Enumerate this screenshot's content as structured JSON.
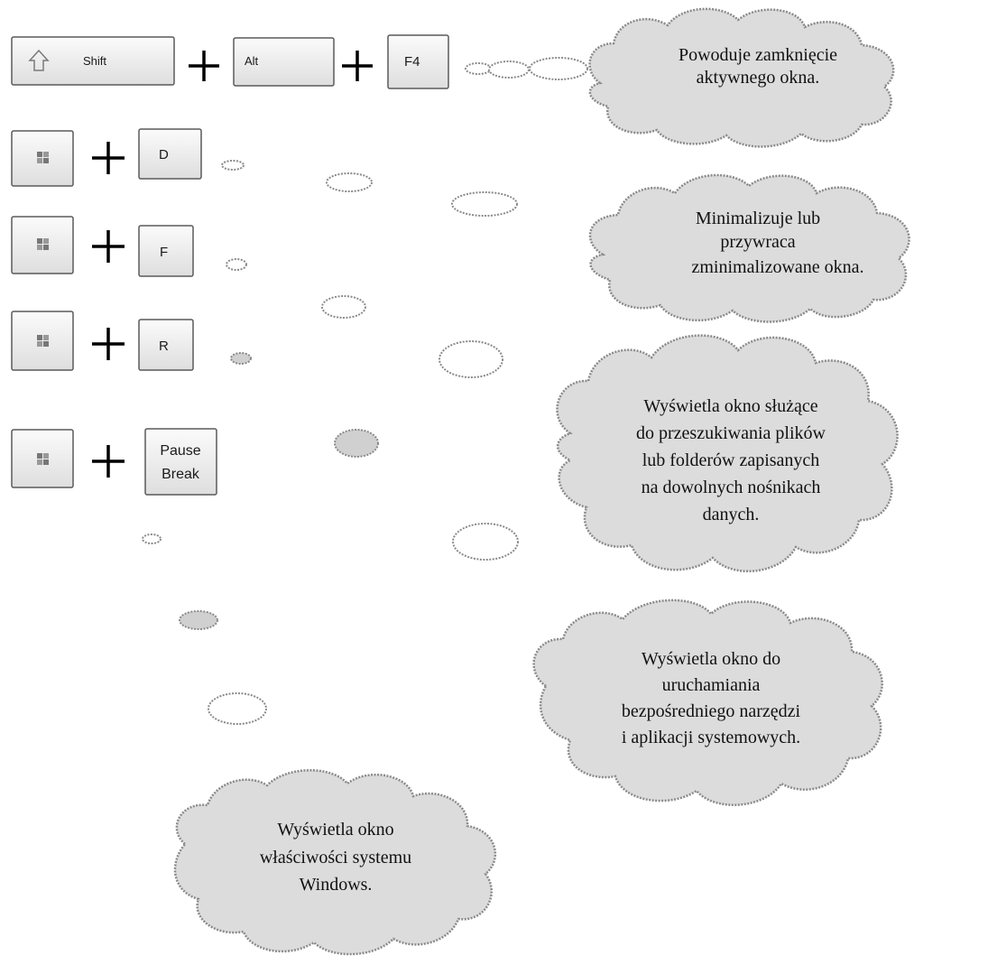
{
  "shortcuts": [
    {
      "keys": [
        {
          "label": "Shift",
          "icon": "shift-arrow-icon"
        },
        {
          "label": "Alt"
        },
        {
          "label": "F4"
        }
      ]
    },
    {
      "keys": [
        {
          "icon": "windows-logo-icon"
        },
        {
          "label": "D"
        }
      ]
    },
    {
      "keys": [
        {
          "icon": "windows-logo-icon"
        },
        {
          "label": "F"
        }
      ]
    },
    {
      "keys": [
        {
          "icon": "windows-logo-icon"
        },
        {
          "label": "R"
        }
      ]
    },
    {
      "keys": [
        {
          "icon": "windows-logo-icon"
        },
        {
          "label": "Pause"
        },
        {
          "label": "Break"
        }
      ]
    }
  ],
  "plus_symbol": "+",
  "clouds": [
    {
      "lines": [
        "Powoduje zamknięcie",
        "aktywnego okna."
      ]
    },
    {
      "lines": [
        "Minimalizuje lub",
        "przywraca",
        "zminimalizowane okna."
      ]
    },
    {
      "lines": [
        "Wyświetla okno służące",
        "do przeszukiwania plików",
        "lub folderów zapisanych",
        "na dowolnych nośnikach",
        "danych."
      ]
    },
    {
      "lines": [
        "Wyświetla okno do",
        "uruchamiania",
        "bezpośredniego narzędzi",
        "i aplikacji systemowych."
      ]
    },
    {
      "lines": [
        "Wyświetla okno",
        "właściwości systemu",
        "Windows."
      ]
    }
  ],
  "colors": {
    "cloud_fill": "#dcdcdc",
    "bubble_fill_gray": "#d0d0d0",
    "outline": "#8a8a8a"
  }
}
